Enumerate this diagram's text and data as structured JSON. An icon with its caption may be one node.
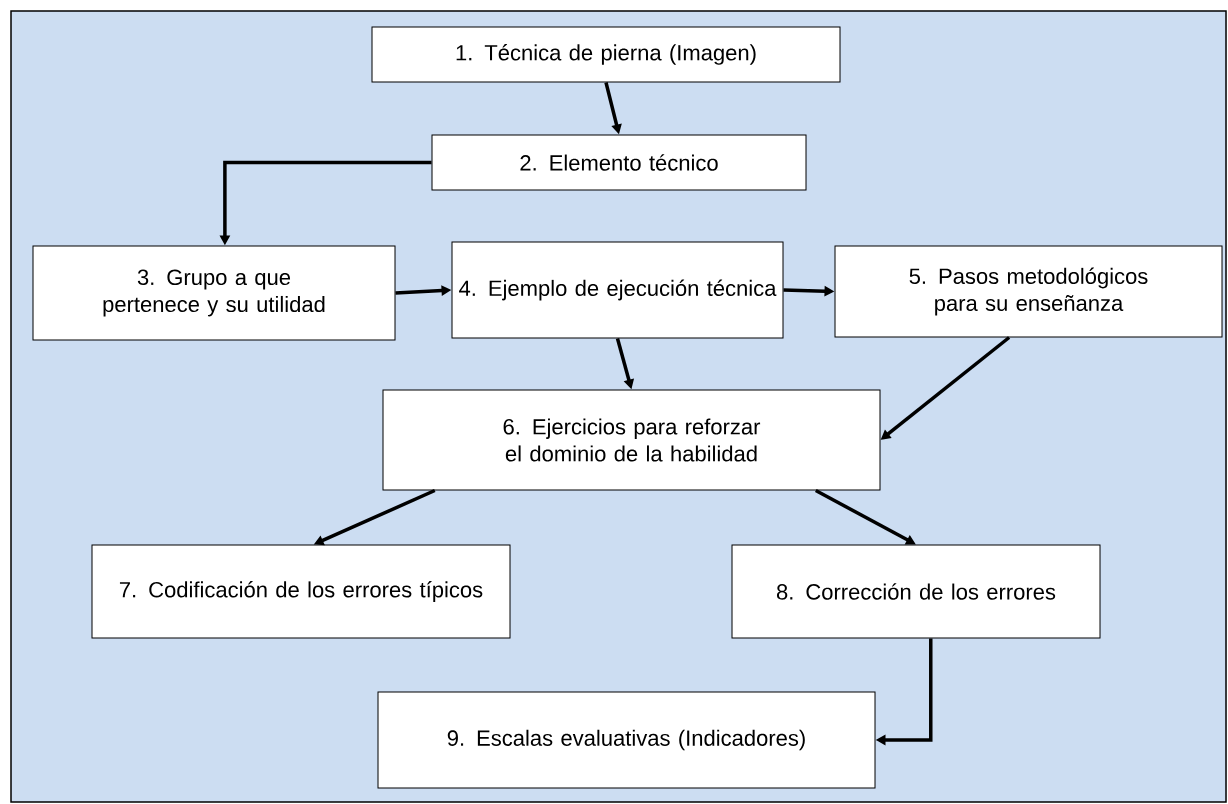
{
  "diagram": {
    "nodes": [
      {
        "text": [
          "1.  Técnica de pierna (Imagen)"
        ]
      },
      {
        "text": [
          "2.  Elemento técnico"
        ]
      },
      {
        "text": [
          "3. Grupo a  que pertenece y su utilidad"
        ]
      },
      {
        "text": [
          "4. Ejemplo de ejecución técnica"
        ]
      },
      {
        "text": [
          "5. Pasos metodológicos para su enseñanza"
        ]
      },
      {
        "text": [
          "6. Ejercicios para reforzar el dominio de la habilidad"
        ]
      },
      {
        "text": [
          "7. Codificación de los errores típicos"
        ]
      },
      {
        "text": [
          "8. Corrección de los errores"
        ]
      },
      {
        "text": [
          "9. Escalas evaluativas (Indicadores)"
        ]
      }
    ],
    "edges": [
      {
        "from": 0,
        "to": 1,
        "arrow": "to"
      },
      {
        "from": 1,
        "to": 2,
        "arrow": "to"
      },
      {
        "from": 2,
        "to": 3,
        "arrow": "to"
      },
      {
        "from": 3,
        "to": 4,
        "arrow": "to"
      },
      {
        "from": 3,
        "to": 5,
        "arrow": "to"
      },
      {
        "from": 4,
        "to": 5,
        "arrow": "to"
      },
      {
        "from": 5,
        "to": 6,
        "arrow": "to"
      },
      {
        "from": 5,
        "to": 7,
        "arrow": "to"
      },
      {
        "from": 7,
        "to": 8,
        "arrow": "to"
      }
    ]
  }
}
